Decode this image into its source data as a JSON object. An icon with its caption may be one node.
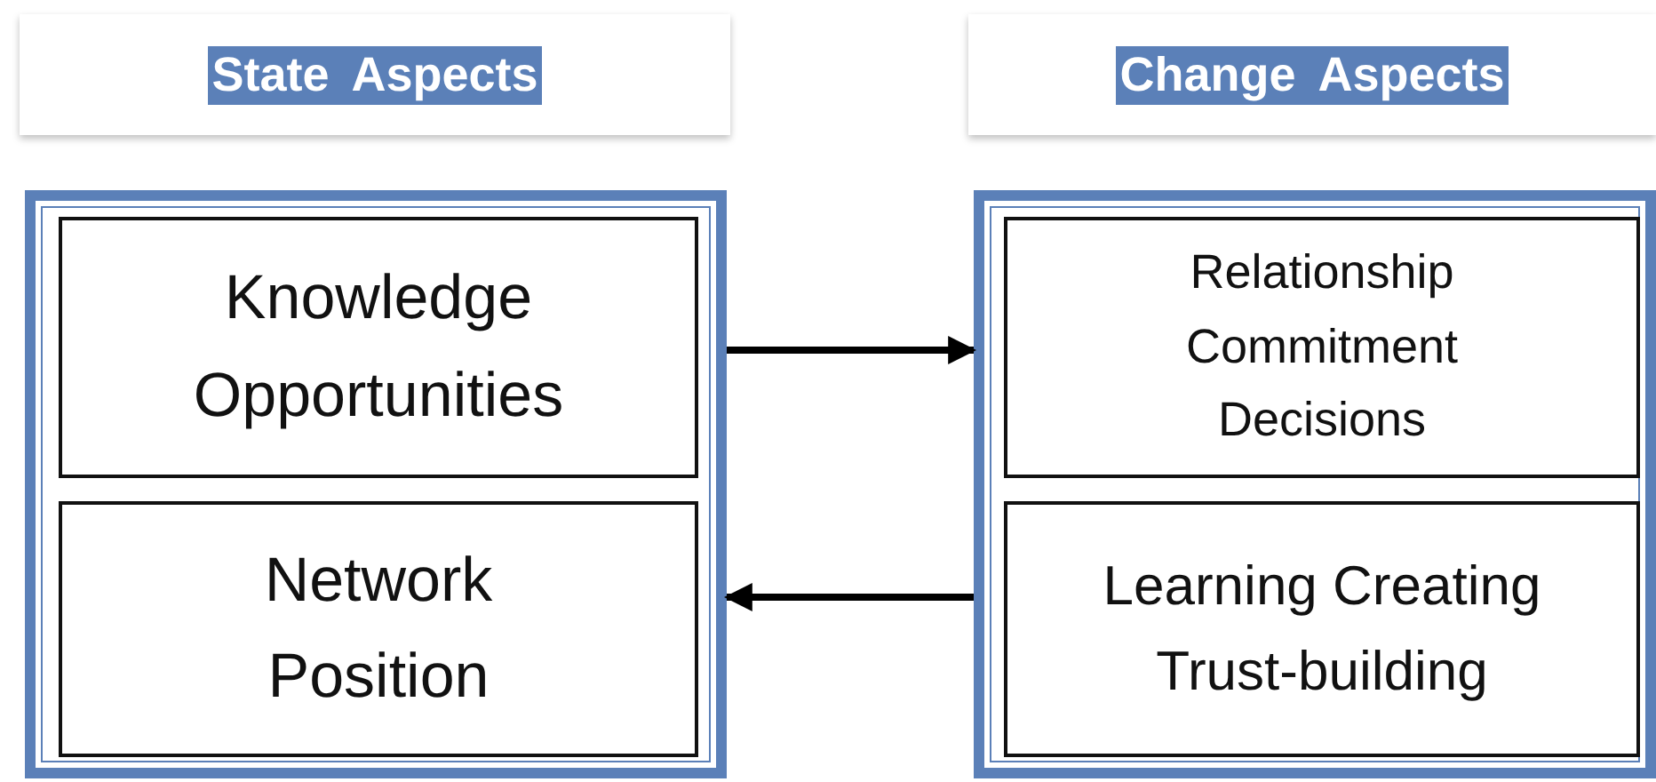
{
  "diagram": {
    "nodes": [
      {
        "text": [
          "State Aspects"
        ]
      },
      {
        "text": [
          "Change Aspects"
        ]
      },
      {
        "text": [],
        "shape": "box"
      },
      {
        "text": [
          "Knowledge Opportunities"
        ],
        "in": 2
      },
      {
        "text": [
          "Network Position"
        ],
        "in": 2
      },
      {
        "text": [],
        "shape": "box"
      },
      {
        "text": [
          "Relationship Commitment Decisions"
        ],
        "in": 5
      },
      {
        "text": [
          "Learning Creating Trust-building"
        ],
        "in": 5
      }
    ],
    "edges": [
      {
        "from": 2,
        "to": 5,
        "arrow": "to"
      },
      {
        "from": 5,
        "to": 2,
        "arrow": "to"
      }
    ]
  }
}
